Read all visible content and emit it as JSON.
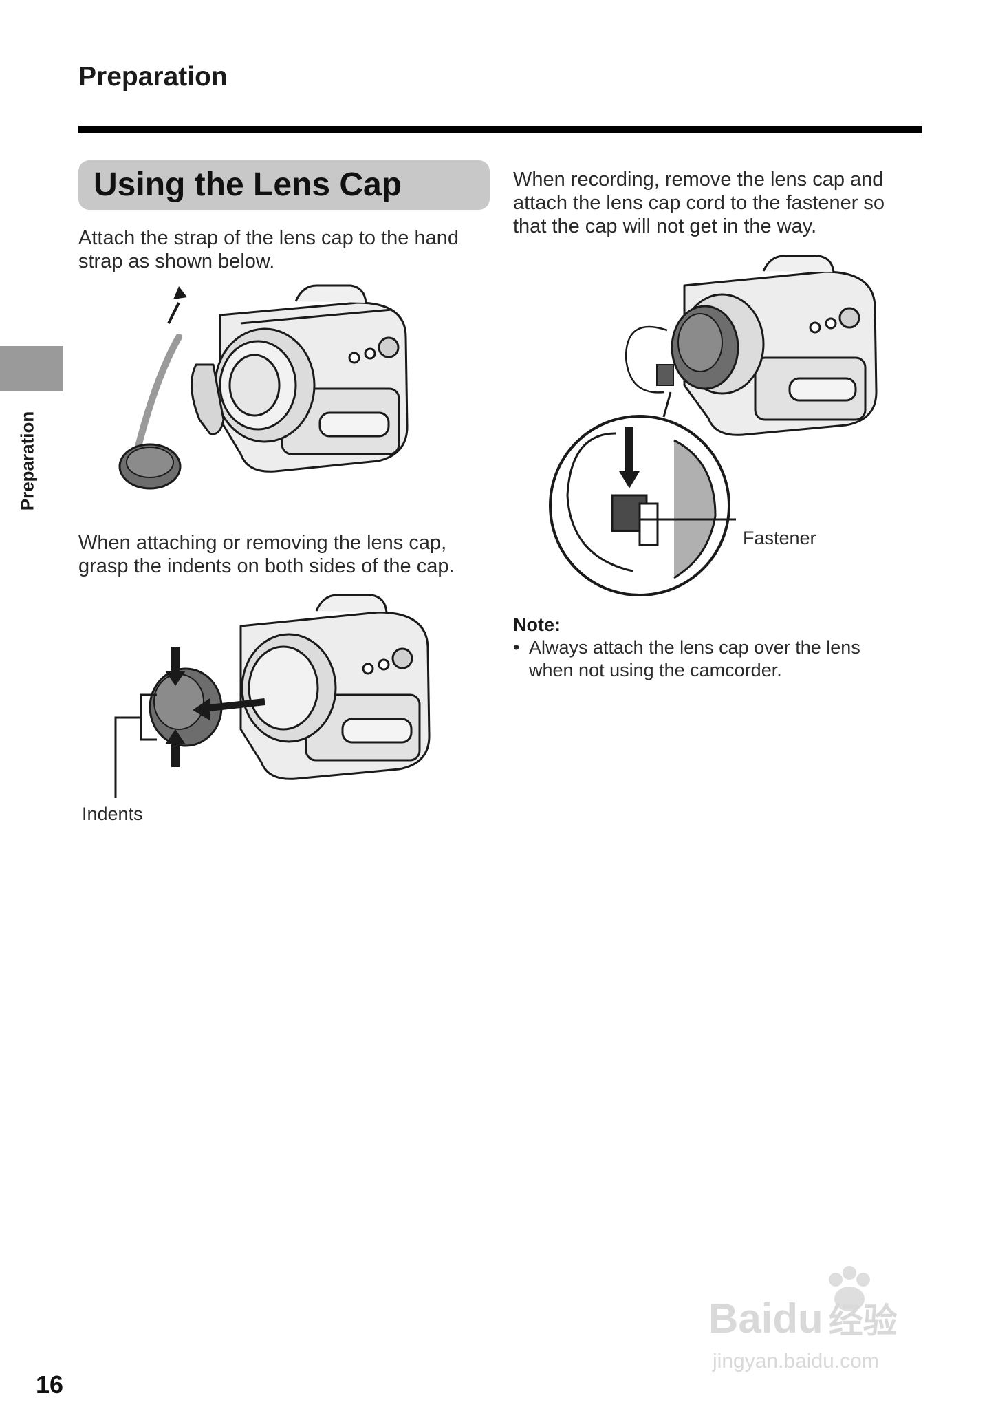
{
  "header": {
    "section": "Preparation"
  },
  "title": "Using the Lens Cap",
  "left_column": {
    "paragraph_1": "Attach the strap of the lens cap to the hand strap as shown below.",
    "paragraph_1_lines": [
      "Attach the strap of the lens cap to the hand",
      "strap as shown below."
    ],
    "paragraph_2_lines": [
      "When attaching or removing the lens cap,",
      "grasp the indents on both sides of the cap."
    ],
    "indents_label": "Indents"
  },
  "right_column": {
    "paragraph_lines": [
      "When recording, remove the lens cap and",
      "attach the lens cap cord to the fastener so",
      "that the cap will not get in the way."
    ],
    "fastener_label": "Fastener",
    "note_title": "Note:",
    "note_bullet": "•",
    "note_lines": [
      "Always attach the lens cap over the lens",
      "when not using the camcorder."
    ]
  },
  "side_tab": {
    "label": "Preparation"
  },
  "page_number": "16",
  "watermark": {
    "brand": "Bai",
    "brand_du": "du",
    "suffix": "经验",
    "url": "jingyan.baidu.com"
  },
  "colors": {
    "tab_gray": "#9a9a9a",
    "title_box": "#c8c8c8",
    "rule": "#000000"
  }
}
